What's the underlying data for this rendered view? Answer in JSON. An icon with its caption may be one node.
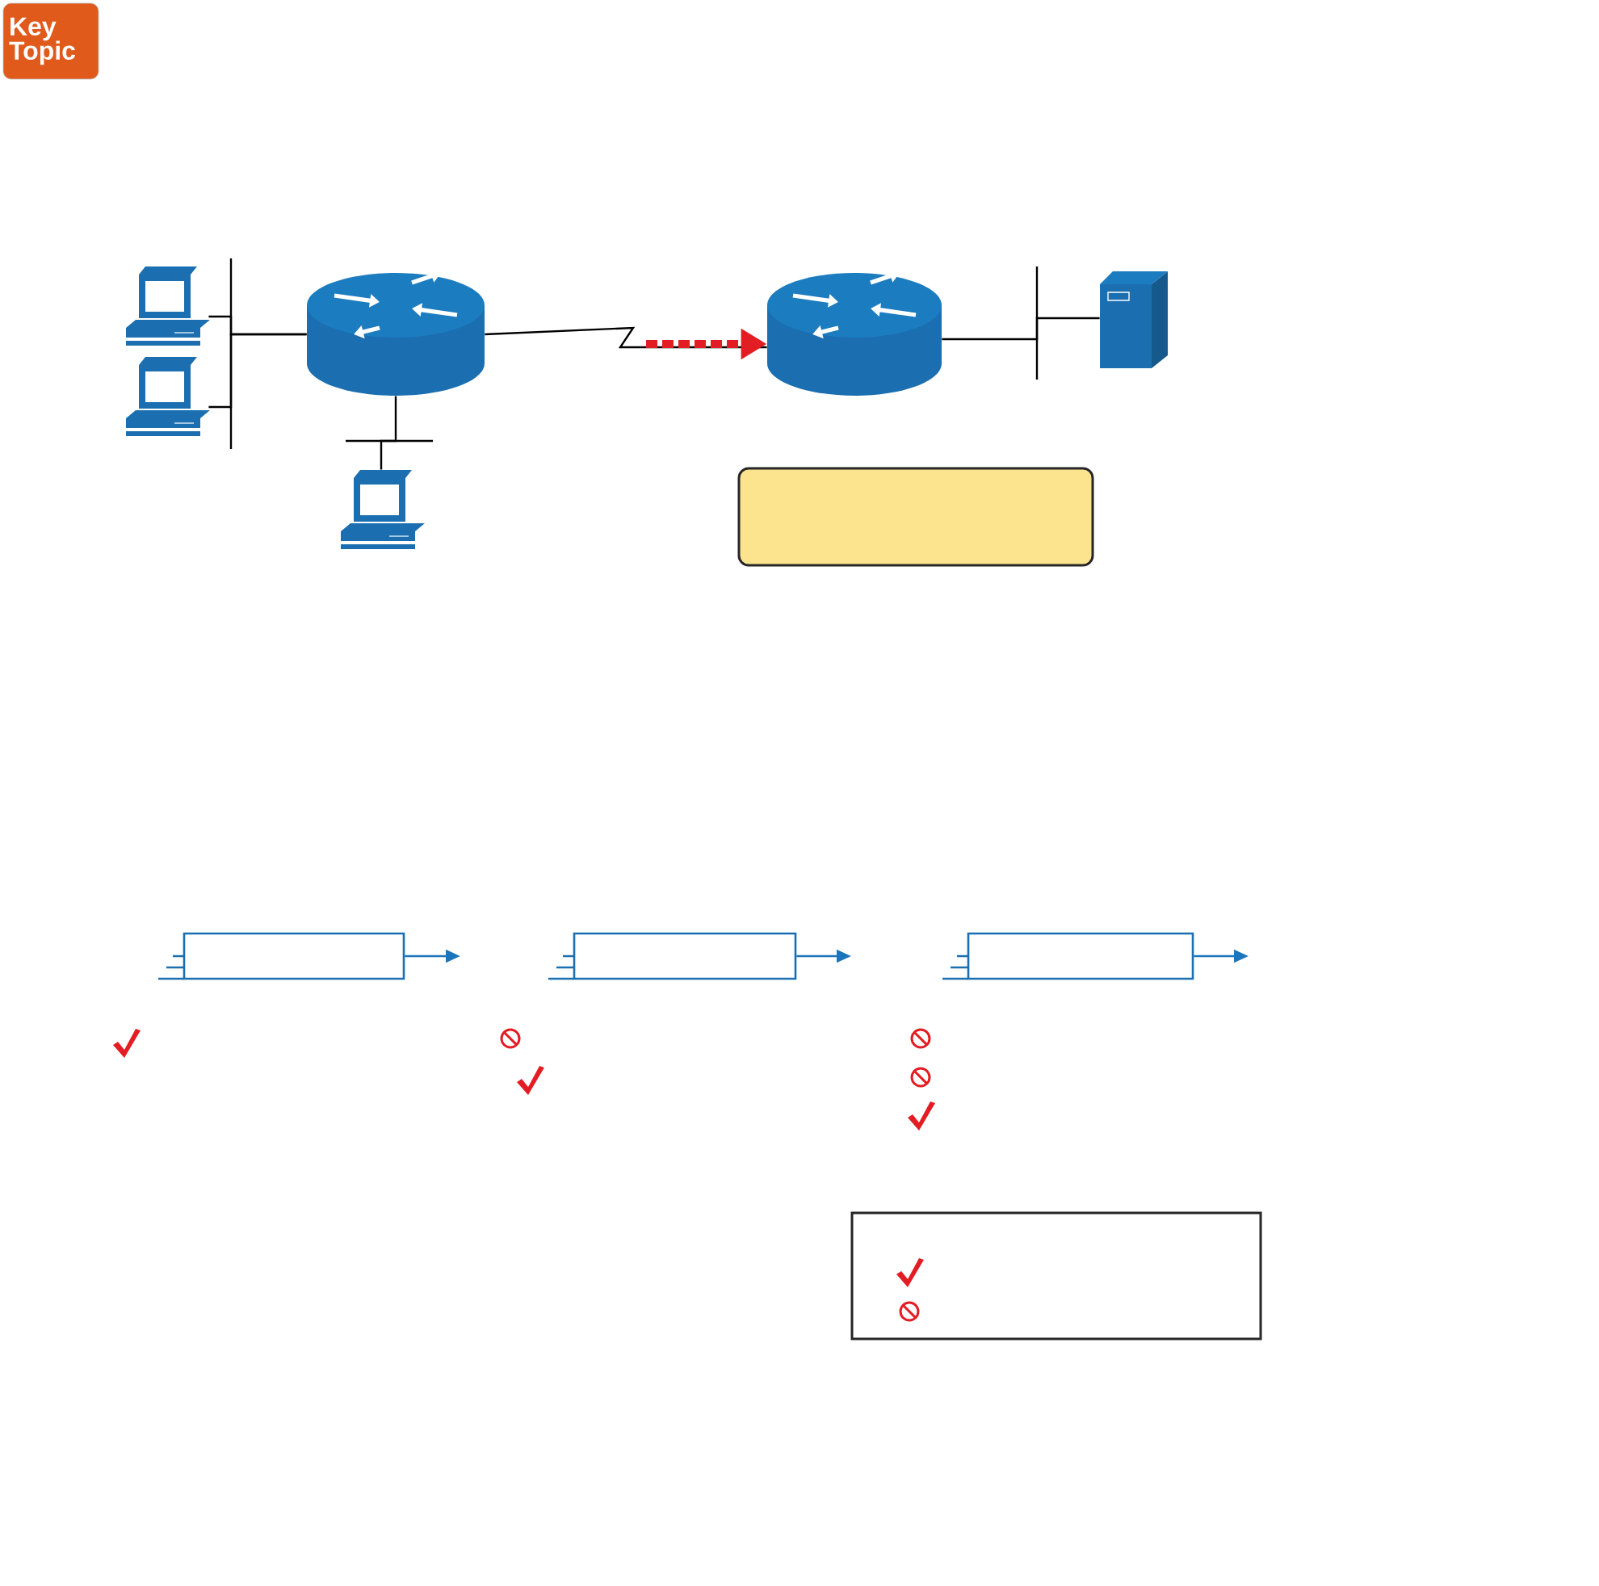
{
  "diagram": {
    "nodes": [
      {
        "text": [],
        "shape": "computer"
      },
      {
        "text": [],
        "shape": "computer"
      },
      {
        "text": [],
        "shape": "router"
      },
      {
        "text": [],
        "shape": "computer"
      },
      {
        "text": [],
        "shape": "router"
      },
      {
        "text": [],
        "shape": "server"
      },
      {
        "text": [],
        "shape": "box"
      },
      {
        "text": [],
        "shape": "box"
      },
      {
        "text": [],
        "shape": "box"
      },
      {
        "text": [],
        "shape": "box"
      },
      {
        "text": [],
        "shape": "box"
      }
    ],
    "edges": [
      {
        "from": 0,
        "to": 2,
        "arrow": "none"
      },
      {
        "from": 1,
        "to": 2,
        "arrow": "none"
      },
      {
        "from": 3,
        "to": 2,
        "arrow": "none"
      },
      {
        "from": 2,
        "to": 4,
        "arrow": "none"
      },
      {
        "from": null,
        "to": 4,
        "arrow": "to",
        "style": "dashed",
        "color": "#e31d24"
      },
      {
        "from": 4,
        "to": 5,
        "arrow": "none"
      },
      {
        "from": 7,
        "to": null,
        "arrow": "to",
        "color": "#1b75bb"
      },
      {
        "from": 8,
        "to": null,
        "arrow": "to",
        "color": "#1b75bb"
      },
      {
        "from": 9,
        "to": null,
        "arrow": "to",
        "color": "#1b75bb"
      }
    ],
    "labels": [
      "Key Topic"
    ]
  }
}
